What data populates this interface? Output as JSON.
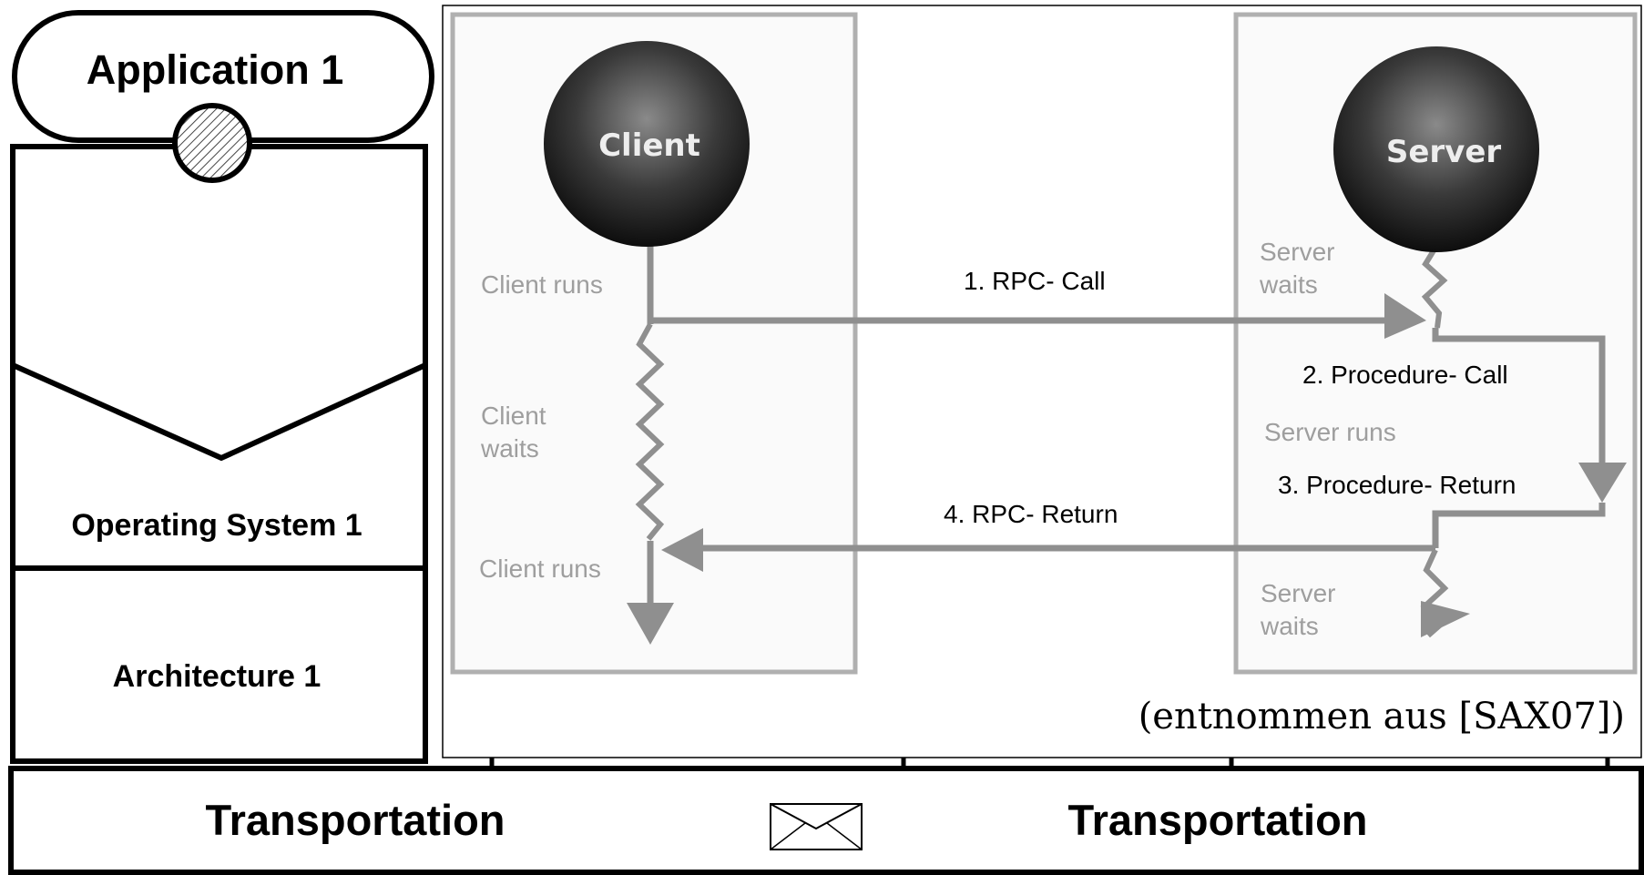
{
  "left_stack": {
    "application": "Application 1",
    "operating_system": "Operating System 1",
    "architecture": "Architecture 1"
  },
  "transport_bar": {
    "left_label": "Transportation",
    "right_label": "Transportation",
    "icon": "envelope-icon"
  },
  "rpc_diagram": {
    "client": {
      "node_label": "Client",
      "state_runs_top": "Client runs",
      "state_waits_line1": "Client",
      "state_waits_line2": "waits",
      "state_runs_bottom": "Client runs"
    },
    "server": {
      "node_label": "Server",
      "state_waits_top_line1": "Server",
      "state_waits_top_line2": "waits",
      "state_runs": "Server runs",
      "state_waits_bottom_line1": "Server",
      "state_waits_bottom_line2": "waits"
    },
    "steps": {
      "rpc_call": "1. RPC- Call",
      "procedure_call": "2. Procedure- Call",
      "procedure_return": "3. Procedure- Return",
      "rpc_return": "4. RPC- Return"
    },
    "source_note": "(entnommen aus [SAX07])"
  },
  "colors": {
    "line": "#000000",
    "panel_border": "#b0b0b0",
    "arrow": "#8f8f8f",
    "state_text": "#9e9e9e",
    "sphere_dark": "#111111",
    "sphere_light": "#8a8a8a"
  }
}
